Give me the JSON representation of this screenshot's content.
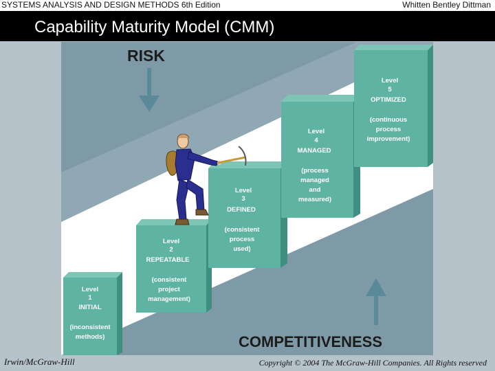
{
  "header": {
    "book_title": "SYSTEMS ANALYSIS AND DESIGN METHODS",
    "edition": "6th Edition",
    "authors": "Whitten   Bentley   Dittman"
  },
  "slide": {
    "title": "Capability Maturity Model (CMM)"
  },
  "diagram": {
    "risk_label": "RISK",
    "competitiveness_label": "COMPETITIVENESS",
    "levels": [
      {
        "line1": "Level",
        "line2": "1",
        "name": "INITIAL",
        "desc": [
          "(inconsistent",
          "methods)"
        ]
      },
      {
        "line1": "Level",
        "line2": "2",
        "name": "REPEATABLE",
        "desc": [
          "(consistent",
          "project",
          "management)"
        ]
      },
      {
        "line1": "Level",
        "line2": "3",
        "name": "DEFINED",
        "desc": [
          "(consistent",
          "process",
          "used)"
        ]
      },
      {
        "line1": "Level",
        "line2": "4",
        "name": "MANAGED",
        "desc": [
          "(process",
          "managed",
          "and",
          "measured)"
        ]
      },
      {
        "line1": "Level",
        "line2": "5",
        "name": "OPTIMIZED",
        "desc": [
          "(continuous",
          "process",
          "improvement)"
        ]
      }
    ],
    "colors": {
      "block": "#5fb3a2",
      "block_top": "#7dc6b6",
      "block_side": "#3f8f80",
      "band": "#7f9aa7",
      "background": "#ffffff"
    }
  },
  "footer": {
    "publisher": "Irwin/McGraw-Hill",
    "copyright": "Copyright © 2004 The McGraw-Hill Companies. All Rights reserved"
  }
}
